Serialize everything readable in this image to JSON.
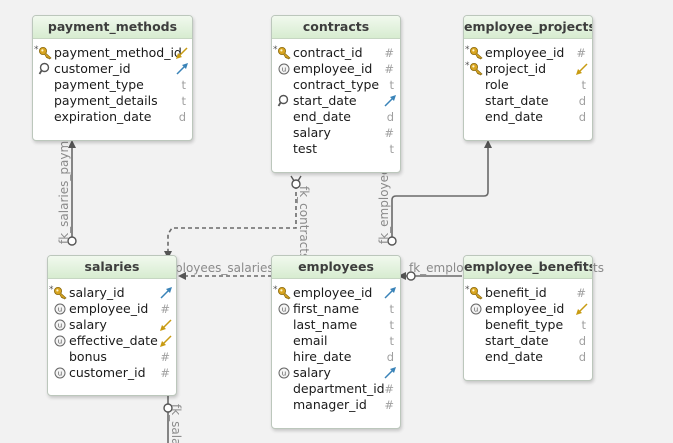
{
  "relations": {
    "fk_salaries_payment": "fk_salaries_payme",
    "fk_contracts": "fk_contracts_",
    "fk_employee_projects": "fk_employee",
    "fk_employees_salaries": "ployees_salaries",
    "fk_employee_benefits": "fk_employ",
    "fk_employee_benefits_tail": "ts",
    "fk_salaries_bottom": "fk_sala"
  },
  "tables": {
    "payment_methods": {
      "name": "payment_methods",
      "columns": [
        {
          "name": "payment_method_id",
          "type": "",
          "pk": true,
          "fk": false,
          "icon": "key-icon",
          "req": true,
          "arrow": "fk-gold"
        },
        {
          "name": "customer_id",
          "type": "",
          "pk": false,
          "fk": false,
          "icon": "index-icon",
          "req": false,
          "arrow": "fk-blue"
        },
        {
          "name": "payment_type",
          "type": "t",
          "icon": "none",
          "arrow": "none"
        },
        {
          "name": "payment_details",
          "type": "t",
          "icon": "none",
          "arrow": "none"
        },
        {
          "name": "expiration_date",
          "type": "d",
          "icon": "none",
          "arrow": "none"
        }
      ]
    },
    "contracts": {
      "name": "contracts",
      "columns": [
        {
          "name": "contract_id",
          "type": "#",
          "icon": "key-icon",
          "req": true,
          "arrow": "none"
        },
        {
          "name": "employee_id",
          "type": "#",
          "icon": "unique-icon",
          "req": false,
          "arrow": "none"
        },
        {
          "name": "contract_type",
          "type": "t",
          "icon": "none",
          "arrow": "none"
        },
        {
          "name": "start_date",
          "type": "",
          "icon": "index-icon",
          "arrow": "fk-blue"
        },
        {
          "name": "end_date",
          "type": "d",
          "icon": "none",
          "arrow": "none"
        },
        {
          "name": "salary",
          "type": "#",
          "icon": "none",
          "arrow": "none"
        },
        {
          "name": "test",
          "type": "t",
          "icon": "none",
          "arrow": "none"
        }
      ]
    },
    "employee_projects": {
      "name": "employee_projects",
      "columns": [
        {
          "name": "employee_id",
          "type": "#",
          "icon": "key-icon",
          "req": true,
          "arrow": "none"
        },
        {
          "name": "project_id",
          "type": "",
          "icon": "key-icon",
          "req": true,
          "arrow": "fk-gold"
        },
        {
          "name": "role",
          "type": "t",
          "icon": "none",
          "arrow": "none"
        },
        {
          "name": "start_date",
          "type": "d",
          "icon": "none",
          "arrow": "none"
        },
        {
          "name": "end_date",
          "type": "d",
          "icon": "none",
          "arrow": "none"
        }
      ]
    },
    "salaries": {
      "name": "salaries",
      "columns": [
        {
          "name": "salary_id",
          "type": "",
          "icon": "key-icon",
          "req": true,
          "arrow": "fk-blue"
        },
        {
          "name": "employee_id",
          "type": "#",
          "icon": "unique-icon",
          "req": false,
          "arrow": "none"
        },
        {
          "name": "salary",
          "type": "",
          "icon": "unique-icon",
          "req": false,
          "arrow": "fk-gold"
        },
        {
          "name": "effective_date",
          "type": "",
          "icon": "unique-icon",
          "req": false,
          "arrow": "fk-gold"
        },
        {
          "name": "bonus",
          "type": "#",
          "icon": "none",
          "arrow": "none"
        },
        {
          "name": "customer_id",
          "type": "#",
          "icon": "unique-icon",
          "req": false,
          "arrow": "none"
        }
      ]
    },
    "employees": {
      "name": "employees",
      "columns": [
        {
          "name": "employee_id",
          "type": "",
          "icon": "key-icon",
          "req": true,
          "arrow": "fk-blue"
        },
        {
          "name": "first_name",
          "type": "t",
          "icon": "unique-icon",
          "req": false,
          "arrow": "none"
        },
        {
          "name": "last_name",
          "type": "t",
          "icon": "none",
          "arrow": "none"
        },
        {
          "name": "email",
          "type": "t",
          "icon": "none",
          "arrow": "none"
        },
        {
          "name": "hire_date",
          "type": "d",
          "icon": "none",
          "arrow": "none"
        },
        {
          "name": "salary",
          "type": "",
          "icon": "unique-icon",
          "req": false,
          "arrow": "fk-blue"
        },
        {
          "name": "department_id",
          "type": "#",
          "icon": "none",
          "arrow": "none"
        },
        {
          "name": "manager_id",
          "type": "#",
          "icon": "none",
          "arrow": "none"
        }
      ]
    },
    "employee_benefits": {
      "name": "employee_benefits",
      "columns": [
        {
          "name": "benefit_id",
          "type": "#",
          "icon": "key-icon",
          "req": true,
          "arrow": "none"
        },
        {
          "name": "employee_id",
          "type": "",
          "icon": "unique-icon",
          "req": false,
          "arrow": "fk-gold"
        },
        {
          "name": "benefit_type",
          "type": "t",
          "icon": "none",
          "arrow": "none"
        },
        {
          "name": "start_date",
          "type": "d",
          "icon": "none",
          "arrow": "none"
        },
        {
          "name": "end_date",
          "type": "d",
          "icon": "none",
          "arrow": "none"
        }
      ]
    }
  },
  "colors": {
    "header_top": "#f1f9ee",
    "header_bottom": "#d7ecd0",
    "key_gold": "#d9a520",
    "fk_gold": "#c89b12",
    "fk_blue": "#3a83b8",
    "line": "#6a6a6a"
  }
}
